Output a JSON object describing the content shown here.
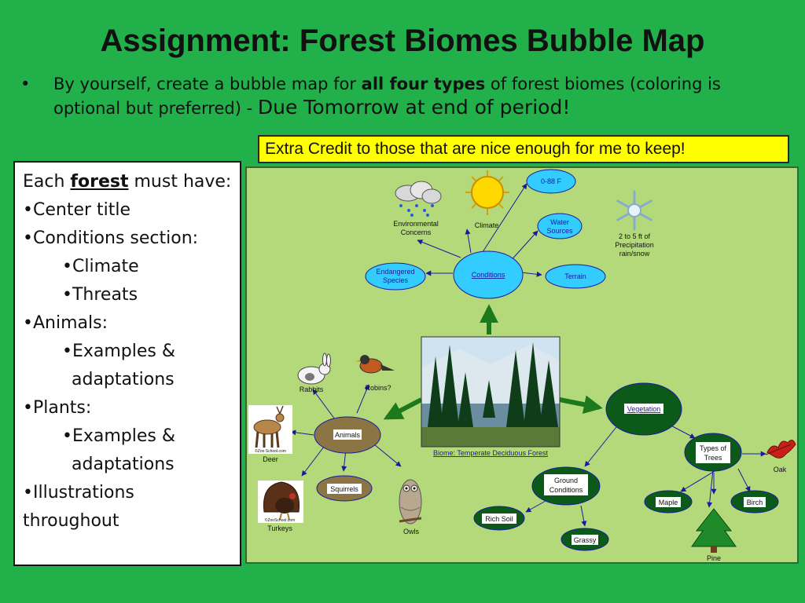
{
  "slide": {
    "title": "Assignment: Forest Biomes Bubble Map",
    "bullet_marker": "•",
    "bullet_part1": "By yourself, create a bubble map for ",
    "bullet_bold": "all four types",
    "bullet_part2": " of forest biomes (coloring is optional but preferred) - ",
    "bullet_due": "Due Tomorrow at end of period!"
  },
  "extra_credit": "Extra Credit to those that are nice enough for me to keep!",
  "requirements": {
    "intro_pre": "Each ",
    "intro_bold": "forest",
    "intro_post": " must have:",
    "items": [
      "•Center title",
      "•Conditions section:",
      "•Climate",
      "•Threats",
      "•Animals:",
      "•Examples &",
      "adaptations",
      "•Plants:",
      "•Examples &",
      "adaptations",
      "•Illustrations throughout"
    ]
  },
  "bubble_map": {
    "colors": {
      "panel": "#b4d97b",
      "conditions_bubble": "#33ccff",
      "animals_bubble": "#8b7544",
      "plants_bubble": "#0c5a1a",
      "arrow": "#1a1aa0",
      "main_arrow": "#1c7a1c"
    },
    "center_caption": "Biome: Temperate Deciduous Forest",
    "conditions": {
      "hub": "Conditions",
      "climate": "Climate",
      "temp": "0-88 F",
      "water_line1": "Water",
      "water_line2": "Sources",
      "env_line1": "Environmental",
      "env_line2": "Concerns",
      "precip_line1": "2 to 5 ft of",
      "precip_line2": "Precipitation",
      "precip_line3": "rain/snow",
      "endangered_line1": "Endangered",
      "endangered_line2": "Species",
      "terrain": "Terrain"
    },
    "animals": {
      "hub": "Animals",
      "rabbits": "Rabbits",
      "robins": "Robins?",
      "deer": "Deer",
      "squirrels": "Squirrels",
      "turkeys": "Turkeys",
      "owls": "Owls",
      "credit1": "©Zoo School.com",
      "credit2": "©ZooSchool.com"
    },
    "vegetation": {
      "hub": "Vegetation",
      "ground_line1": "Ground",
      "ground_line2": "Conditions",
      "rich_soil": "Rich Soil",
      "grassy": "Grassy",
      "types_line1": "Types of",
      "types_line2": "Trees",
      "maple": "Maple",
      "birch": "Birch",
      "oak": "Oak",
      "pine": "Pine"
    }
  }
}
